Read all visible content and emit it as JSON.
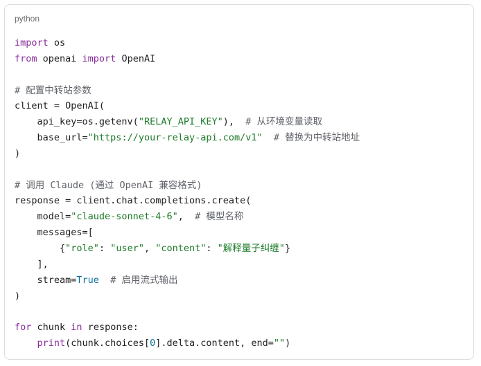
{
  "code_block": {
    "language": "python",
    "lines": [
      [
        {
          "t": "import",
          "k": "kw"
        },
        {
          "t": " os",
          "k": "pl"
        }
      ],
      [
        {
          "t": "from",
          "k": "kw"
        },
        {
          "t": " openai ",
          "k": "pl"
        },
        {
          "t": "import",
          "k": "kw"
        },
        {
          "t": " OpenAI",
          "k": "pl"
        }
      ],
      [],
      [
        {
          "t": "# 配置中转站参数",
          "k": "cm"
        }
      ],
      [
        {
          "t": "client = OpenAI(",
          "k": "pl"
        }
      ],
      [
        {
          "t": "    api_key=os.getenv(",
          "k": "pl"
        },
        {
          "t": "\"RELAY_API_KEY\"",
          "k": "str"
        },
        {
          "t": "),  ",
          "k": "pl"
        },
        {
          "t": "# 从环境变量读取",
          "k": "cm"
        }
      ],
      [
        {
          "t": "    base_url=",
          "k": "pl"
        },
        {
          "t": "\"https://your-relay-api.com/v1\"",
          "k": "str"
        },
        {
          "t": "  ",
          "k": "pl"
        },
        {
          "t": "# 替换为中转站地址",
          "k": "cm"
        }
      ],
      [
        {
          "t": ")",
          "k": "pl"
        }
      ],
      [],
      [
        {
          "t": "# 调用 Claude (通过 OpenAI 兼容格式)",
          "k": "cm"
        }
      ],
      [
        {
          "t": "response = client.chat.completions.create(",
          "k": "pl"
        }
      ],
      [
        {
          "t": "    model=",
          "k": "pl"
        },
        {
          "t": "\"claude-sonnet-4-6\"",
          "k": "str"
        },
        {
          "t": ",  ",
          "k": "pl"
        },
        {
          "t": "# 模型名称",
          "k": "cm"
        }
      ],
      [
        {
          "t": "    messages=[",
          "k": "pl"
        }
      ],
      [
        {
          "t": "        {",
          "k": "pl"
        },
        {
          "t": "\"role\"",
          "k": "str"
        },
        {
          "t": ": ",
          "k": "pl"
        },
        {
          "t": "\"user\"",
          "k": "str"
        },
        {
          "t": ", ",
          "k": "pl"
        },
        {
          "t": "\"content\"",
          "k": "str"
        },
        {
          "t": ": ",
          "k": "pl"
        },
        {
          "t": "\"解释量子纠缠\"",
          "k": "str"
        },
        {
          "t": "}",
          "k": "pl"
        }
      ],
      [
        {
          "t": "    ],",
          "k": "pl"
        }
      ],
      [
        {
          "t": "    stream=",
          "k": "pl"
        },
        {
          "t": "True",
          "k": "bool"
        },
        {
          "t": "  ",
          "k": "pl"
        },
        {
          "t": "# 启用流式输出",
          "k": "cm"
        }
      ],
      [
        {
          "t": ")",
          "k": "pl"
        }
      ],
      [],
      [
        {
          "t": "for",
          "k": "kw"
        },
        {
          "t": " chunk ",
          "k": "pl"
        },
        {
          "t": "in",
          "k": "kw"
        },
        {
          "t": " response:",
          "k": "pl"
        }
      ],
      [
        {
          "t": "    ",
          "k": "pl"
        },
        {
          "t": "print",
          "k": "fn"
        },
        {
          "t": "(chunk.choices[",
          "k": "pl"
        },
        {
          "t": "0",
          "k": "num"
        },
        {
          "t": "].delta.content, end=",
          "k": "pl"
        },
        {
          "t": "\"\"",
          "k": "str"
        },
        {
          "t": ")",
          "k": "pl"
        }
      ]
    ]
  }
}
